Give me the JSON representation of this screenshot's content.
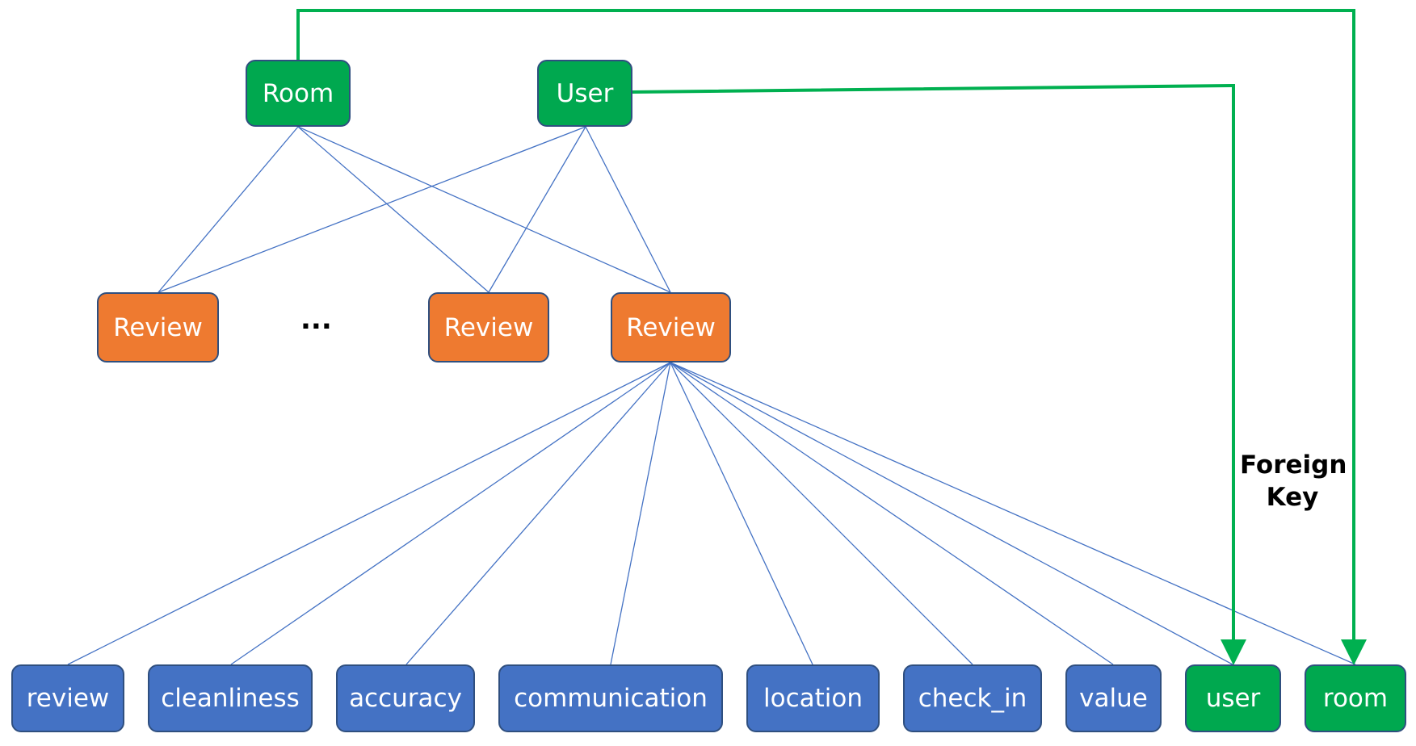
{
  "nodes": {
    "room_entity": "Room",
    "user_entity": "User",
    "review_1": "Review",
    "ellipsis": "...",
    "review_2": "Review",
    "review_3": "Review",
    "attributes": {
      "review": "review",
      "cleanliness": "cleanliness",
      "accuracy": "accuracy",
      "communication": "communication",
      "location": "location",
      "check_in": "check_in",
      "value": "value",
      "user": "user",
      "room": "room"
    }
  },
  "annotation": {
    "line1": "Foreign",
    "line2": "Key"
  },
  "colors": {
    "entity_green": "#00a84f",
    "review_orange": "#ee7a30",
    "attribute_blue": "#4472c4",
    "edge_blue": "#4472c4",
    "foreign_key_green": "#00b050"
  }
}
